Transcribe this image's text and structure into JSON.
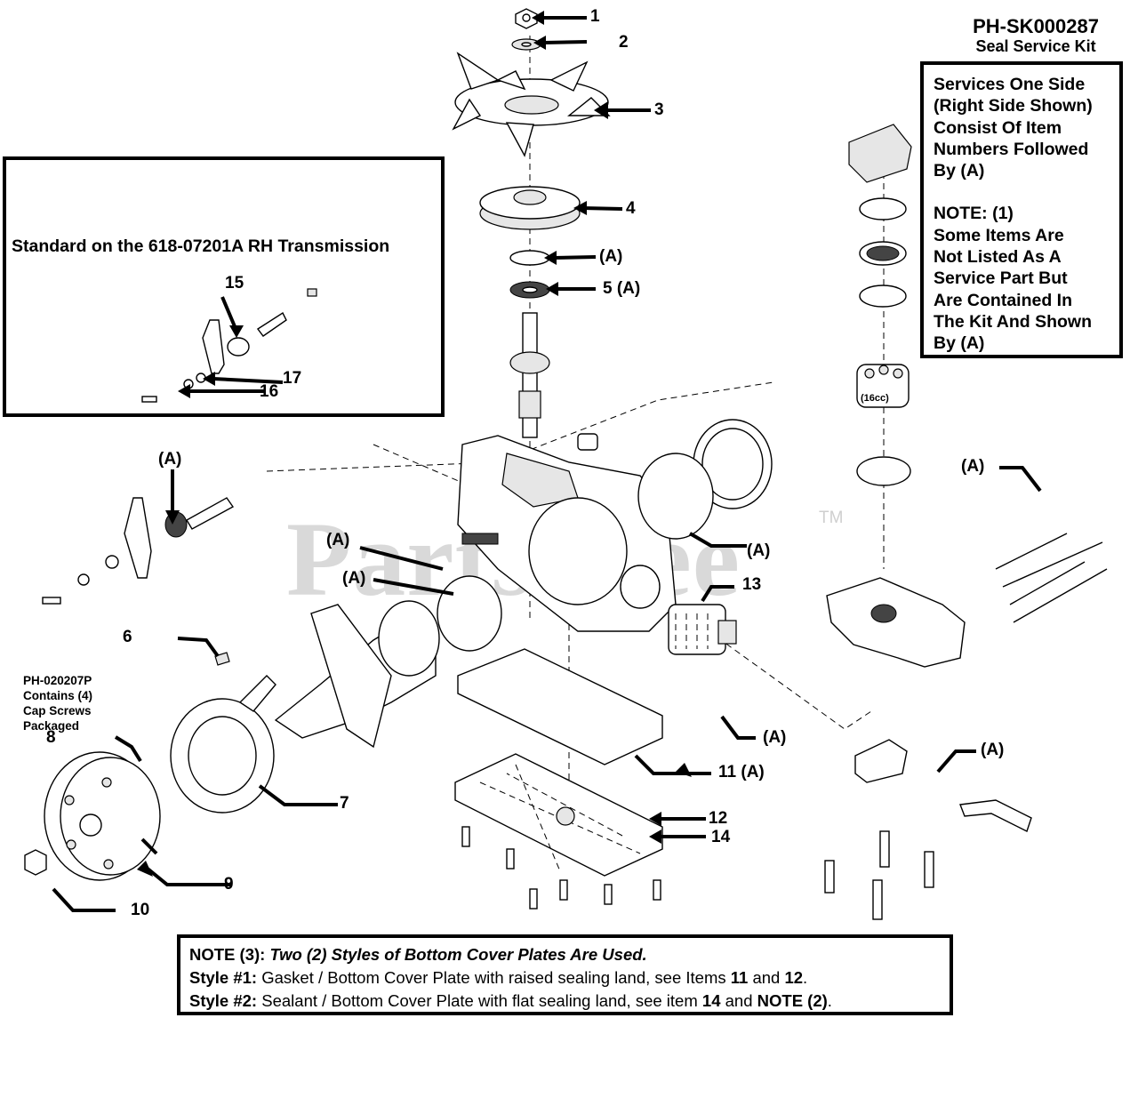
{
  "kit": {
    "id": "PH-SK000287",
    "name": "Seal Service Kit",
    "note1": "Services One Side\n(Right Side Shown)\nConsist Of Item\nNumbers Followed\nBy (A)",
    "note2": "NOTE: (1)\nSome Items Are\nNot Listed As A\nService Part But\nAre Contained In\nThe Kit And Shown\nBy (A)"
  },
  "standard_box": {
    "title": "Standard on the 618-07201A RH Transmission"
  },
  "callouts": {
    "c1": "1",
    "c2": "2",
    "c3": "3",
    "c4": "4",
    "ca_snap": "(A)",
    "c5": "5 (A)",
    "c6": "6",
    "c7": "7",
    "c8": "8",
    "c9": "9",
    "c10": "10",
    "c11": "11 (A)",
    "c12": "12",
    "c13": "13",
    "c14": "14",
    "c15": "15",
    "c16": "16",
    "c17": "17",
    "ca_left_seal": "(A)",
    "ca_oring1": "(A)",
    "ca_oring2": "(A)",
    "ca_gasket": "(A)",
    "ca_right_top": "(A)",
    "ca_right_mid": "(A)",
    "ca_right_bot": "(A)"
  },
  "cap_screw_note": "PH-020207P\nContains (4)\nCap Screws\nPackaged",
  "pump_label": "(16cc)",
  "watermark": "PartsTree",
  "watermark_tm": "TM",
  "note3": {
    "lead": "NOTE (3):",
    "title": "Two (2) Styles of Bottom Cover Plates Are Used.",
    "s1_label": "Style #1:",
    "s1_text_a": "Gasket / Bottom Cover Plate with raised sealing land, see Items",
    "s1_item_a": "11",
    "s1_and": "and",
    "s1_item_b": "12",
    "s1_end": ".",
    "s2_label": "Style #2:",
    "s2_text_a": "Sealant / Bottom Cover Plate with flat sealing land, see item",
    "s2_item": "14",
    "s2_and": "and",
    "s2_note": "NOTE (2)",
    "s2_end": "."
  }
}
